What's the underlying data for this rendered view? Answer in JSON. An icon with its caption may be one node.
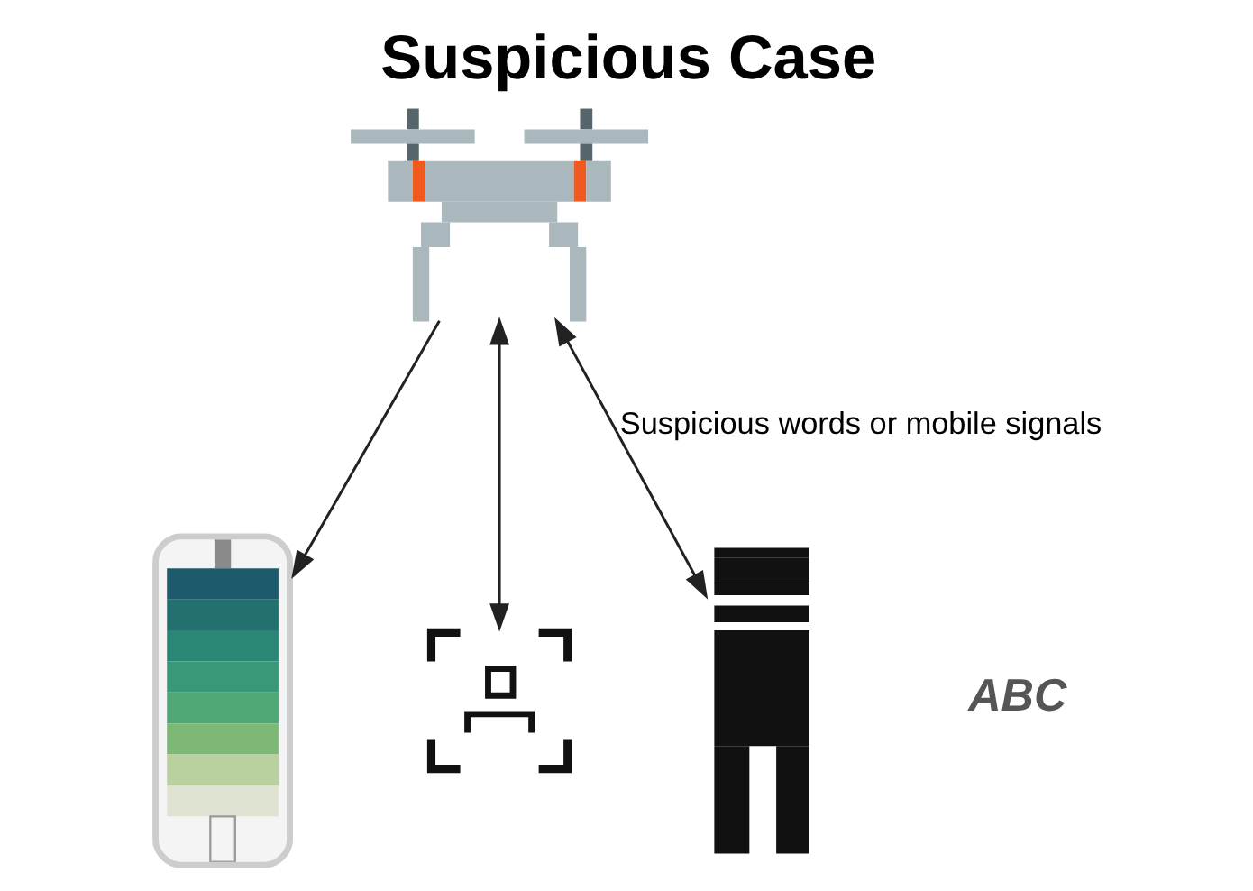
{
  "diagram": {
    "title": "Suspicious Case",
    "nodes": [
      {
        "text": [],
        "shape": "picture"
      },
      {
        "text": [],
        "shape": "picture"
      },
      {
        "text": [],
        "shape": "picture"
      },
      {
        "text": [],
        "shape": "person"
      }
    ],
    "edges": [
      {
        "from": 0,
        "to": 1,
        "arrow": "to"
      },
      {
        "from": 0,
        "to": 2,
        "arrow": "both"
      },
      {
        "from": 0,
        "to": 3,
        "arrow": "both",
        "label": "Suspicious words or mobile signals"
      }
    ],
    "labels": [
      "ABC"
    ]
  }
}
